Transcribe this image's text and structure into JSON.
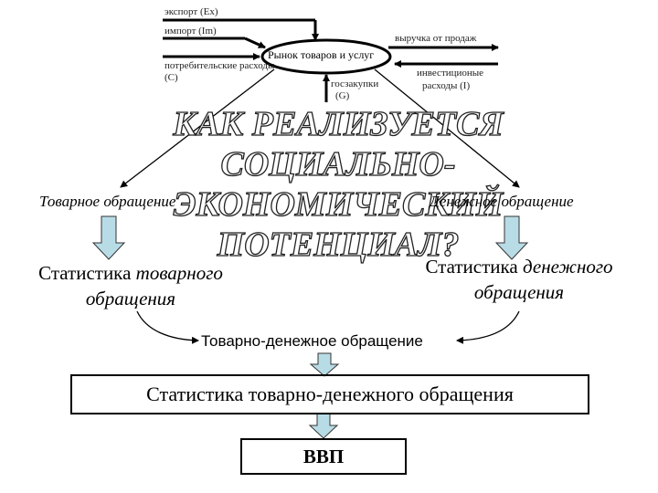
{
  "market_diagram": {
    "center": "Рынок товаров и услуг",
    "export": "экспорт (Ex)",
    "import": "импорт (Im)",
    "consumption_line1": "потребительские расходы",
    "consumption_line2": "(C)",
    "government_line1": "госзакупки",
    "government_line2": "(G)",
    "revenue": "выручка от продаж",
    "investment_line1": "инвестиционые",
    "investment_line2": "расходы (I)"
  },
  "title": {
    "line1": "КАК РЕАЛИЗУЕТСЯ СОЦИАЛЬНО-",
    "line2": "ЭКОНОМИЧЕСКИЙ ПОТЕНЦИАЛ?"
  },
  "goods": {
    "label": "Товарное обращение",
    "stat_plain": "Статистика ",
    "stat_italic1": "товарного",
    "stat_italic2": "обращения"
  },
  "money": {
    "label": "Денежное обращение",
    "stat_plain": "Статистика ",
    "stat_italic1": "денежного",
    "stat_italic2": "обращения"
  },
  "combined_label": "Товарно-денежное обращение",
  "combined_stat": "Статистика товарно-денежного обращения",
  "gdp": "ВВП",
  "colors": {
    "arrow_fill": "#b8dce6",
    "line": "#000000"
  }
}
